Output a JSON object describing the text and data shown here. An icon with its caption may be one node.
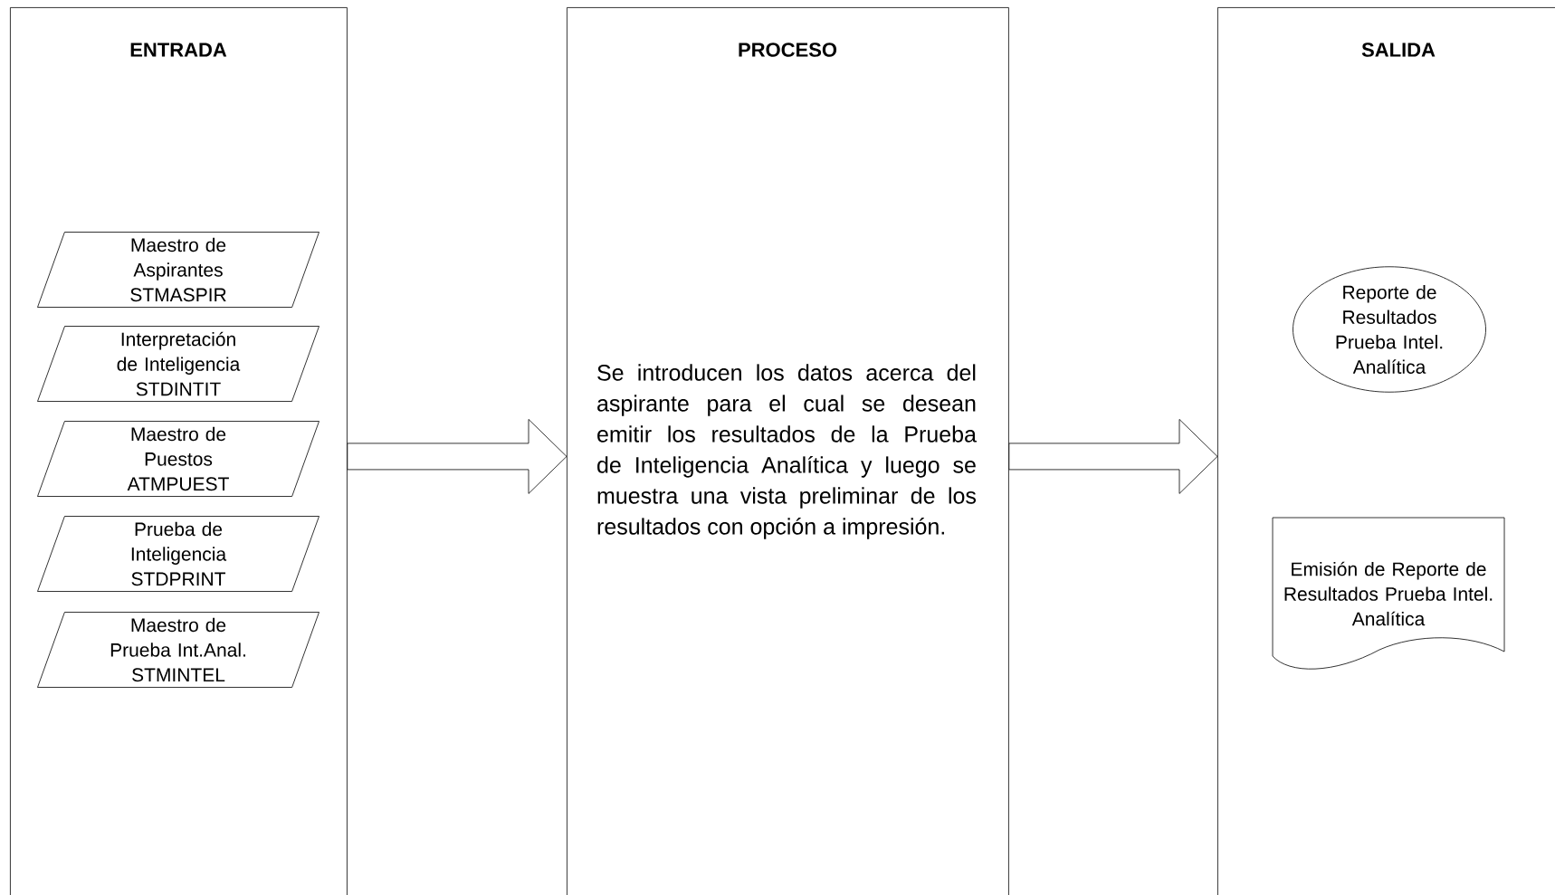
{
  "diagram": {
    "nodes": [
      {
        "text": [
          "ENTRADA"
        ]
      },
      {
        "text": [
          "Maestro de Aspirantes STMASPIR"
        ],
        "in": 0
      },
      {
        "text": [
          "Interpretación de Inteligencia STDINTIT"
        ],
        "in": 0
      },
      {
        "text": [
          "Maestro de Puestos ATMPUEST"
        ],
        "in": 0
      },
      {
        "text": [
          "Prueba de Inteligencia STDPRINT"
        ],
        "in": 0
      },
      {
        "text": [
          "Maestro de Prueba Int.Anal. STMINTEL"
        ],
        "in": 0
      },
      {
        "text": [
          "PROCESO",
          "Se introducen los datos acerca del aspirante para el cual se desean emitir los resultados de la Prueba de Inteligencia Analítica y luego se muestra una vista preliminar de los resultados con opción a impresión."
        ]
      },
      {
        "text": [
          "SALIDA"
        ]
      },
      {
        "text": [
          "Reporte de Resultados Prueba Intel. Analítica"
        ],
        "in": 7
      },
      {
        "text": [
          "Emisión de Reporte de Resultados Prueba Intel. Analítica"
        ],
        "in": 7
      }
    ],
    "edges": [
      {
        "from": 0,
        "to": 6,
        "arrow": "to"
      },
      {
        "from": 6,
        "to": 7,
        "arrow": "to"
      }
    ]
  }
}
